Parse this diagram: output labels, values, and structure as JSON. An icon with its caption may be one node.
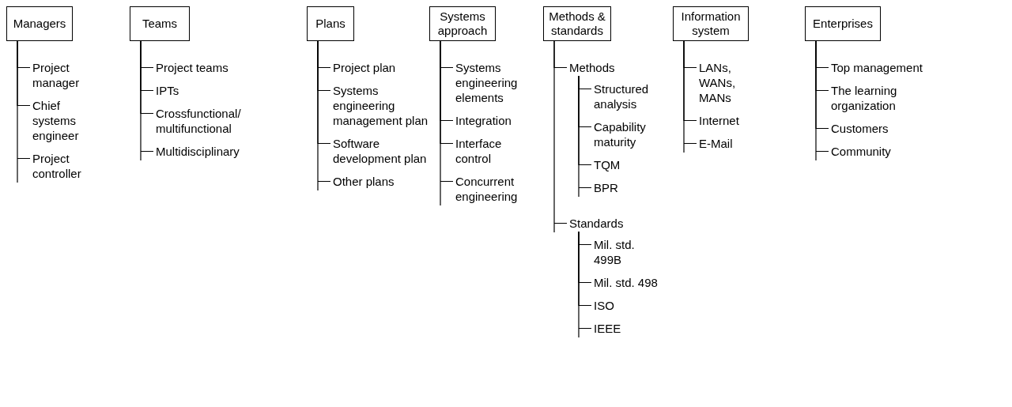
{
  "diagram": {
    "nodes": [
      {
        "text": [
          "Managers"
        ]
      },
      {
        "text": [
          "Project manager"
        ]
      },
      {
        "text": [
          "Chief systems engineer"
        ]
      },
      {
        "text": [
          "Project controller"
        ]
      },
      {
        "text": [
          "Teams"
        ]
      },
      {
        "text": [
          "Project teams"
        ]
      },
      {
        "text": [
          "IPTs"
        ]
      },
      {
        "text": [
          "Crossfunctional/ multifunctional"
        ]
      },
      {
        "text": [
          "Multidisciplinary"
        ]
      },
      {
        "text": [
          "Plans"
        ]
      },
      {
        "text": [
          "Project plan"
        ]
      },
      {
        "text": [
          "Systems engineering management plan"
        ]
      },
      {
        "text": [
          "Software development plan"
        ]
      },
      {
        "text": [
          "Other plans"
        ]
      },
      {
        "text": [
          "Systems approach"
        ]
      },
      {
        "text": [
          "Systems engineering elements"
        ]
      },
      {
        "text": [
          "Integration"
        ]
      },
      {
        "text": [
          "Interface control"
        ]
      },
      {
        "text": [
          "Concurrent engineering"
        ]
      },
      {
        "text": [
          "Methods & standards"
        ]
      },
      {
        "text": [
          "Methods"
        ]
      },
      {
        "text": [
          "Structured analysis"
        ]
      },
      {
        "text": [
          "Capability maturity"
        ]
      },
      {
        "text": [
          "TQM"
        ]
      },
      {
        "text": [
          "BPR"
        ]
      },
      {
        "text": [
          "Standards"
        ]
      },
      {
        "text": [
          "Mil. std. 499B"
        ]
      },
      {
        "text": [
          "Mil. std. 498"
        ]
      },
      {
        "text": [
          "ISO"
        ]
      },
      {
        "text": [
          "IEEE"
        ]
      },
      {
        "text": [
          "Information system"
        ]
      },
      {
        "text": [
          "LANs, WANs, MANs"
        ]
      },
      {
        "text": [
          "Internet"
        ]
      },
      {
        "text": [
          "E-Mail"
        ]
      },
      {
        "text": [
          "Enterprises"
        ]
      },
      {
        "text": [
          "Top management"
        ]
      },
      {
        "text": [
          "The learning organization"
        ]
      },
      {
        "text": [
          "Customers"
        ]
      },
      {
        "text": [
          "Community"
        ]
      }
    ],
    "edges": [
      {
        "from": 0,
        "to": 1,
        "arrow": "none"
      },
      {
        "from": 0,
        "to": 2,
        "arrow": "none"
      },
      {
        "from": 0,
        "to": 3,
        "arrow": "none"
      },
      {
        "from": 4,
        "to": 5,
        "arrow": "none"
      },
      {
        "from": 4,
        "to": 6,
        "arrow": "none"
      },
      {
        "from": 4,
        "to": 7,
        "arrow": "none"
      },
      {
        "from": 4,
        "to": 8,
        "arrow": "none"
      },
      {
        "from": 9,
        "to": 10,
        "arrow": "none"
      },
      {
        "from": 9,
        "to": 11,
        "arrow": "none"
      },
      {
        "from": 9,
        "to": 12,
        "arrow": "none"
      },
      {
        "from": 9,
        "to": 13,
        "arrow": "none"
      },
      {
        "from": 14,
        "to": 15,
        "arrow": "none"
      },
      {
        "from": 14,
        "to": 16,
        "arrow": "none"
      },
      {
        "from": 14,
        "to": 17,
        "arrow": "none"
      },
      {
        "from": 14,
        "to": 18,
        "arrow": "none"
      },
      {
        "from": 19,
        "to": 20,
        "arrow": "none"
      },
      {
        "from": 20,
        "to": 21,
        "arrow": "none"
      },
      {
        "from": 20,
        "to": 22,
        "arrow": "none"
      },
      {
        "from": 20,
        "to": 23,
        "arrow": "none"
      },
      {
        "from": 20,
        "to": 24,
        "arrow": "none"
      },
      {
        "from": 19,
        "to": 25,
        "arrow": "none"
      },
      {
        "from": 25,
        "to": 26,
        "arrow": "none"
      },
      {
        "from": 25,
        "to": 27,
        "arrow": "none"
      },
      {
        "from": 25,
        "to": 28,
        "arrow": "none"
      },
      {
        "from": 25,
        "to": 29,
        "arrow": "none"
      },
      {
        "from": 30,
        "to": 31,
        "arrow": "none"
      },
      {
        "from": 30,
        "to": 32,
        "arrow": "none"
      },
      {
        "from": 30,
        "to": 33,
        "arrow": "none"
      },
      {
        "from": 34,
        "to": 35,
        "arrow": "none"
      },
      {
        "from": 34,
        "to": 36,
        "arrow": "none"
      },
      {
        "from": 34,
        "to": 37,
        "arrow": "none"
      },
      {
        "from": 34,
        "to": 38,
        "arrow": "none"
      }
    ]
  }
}
